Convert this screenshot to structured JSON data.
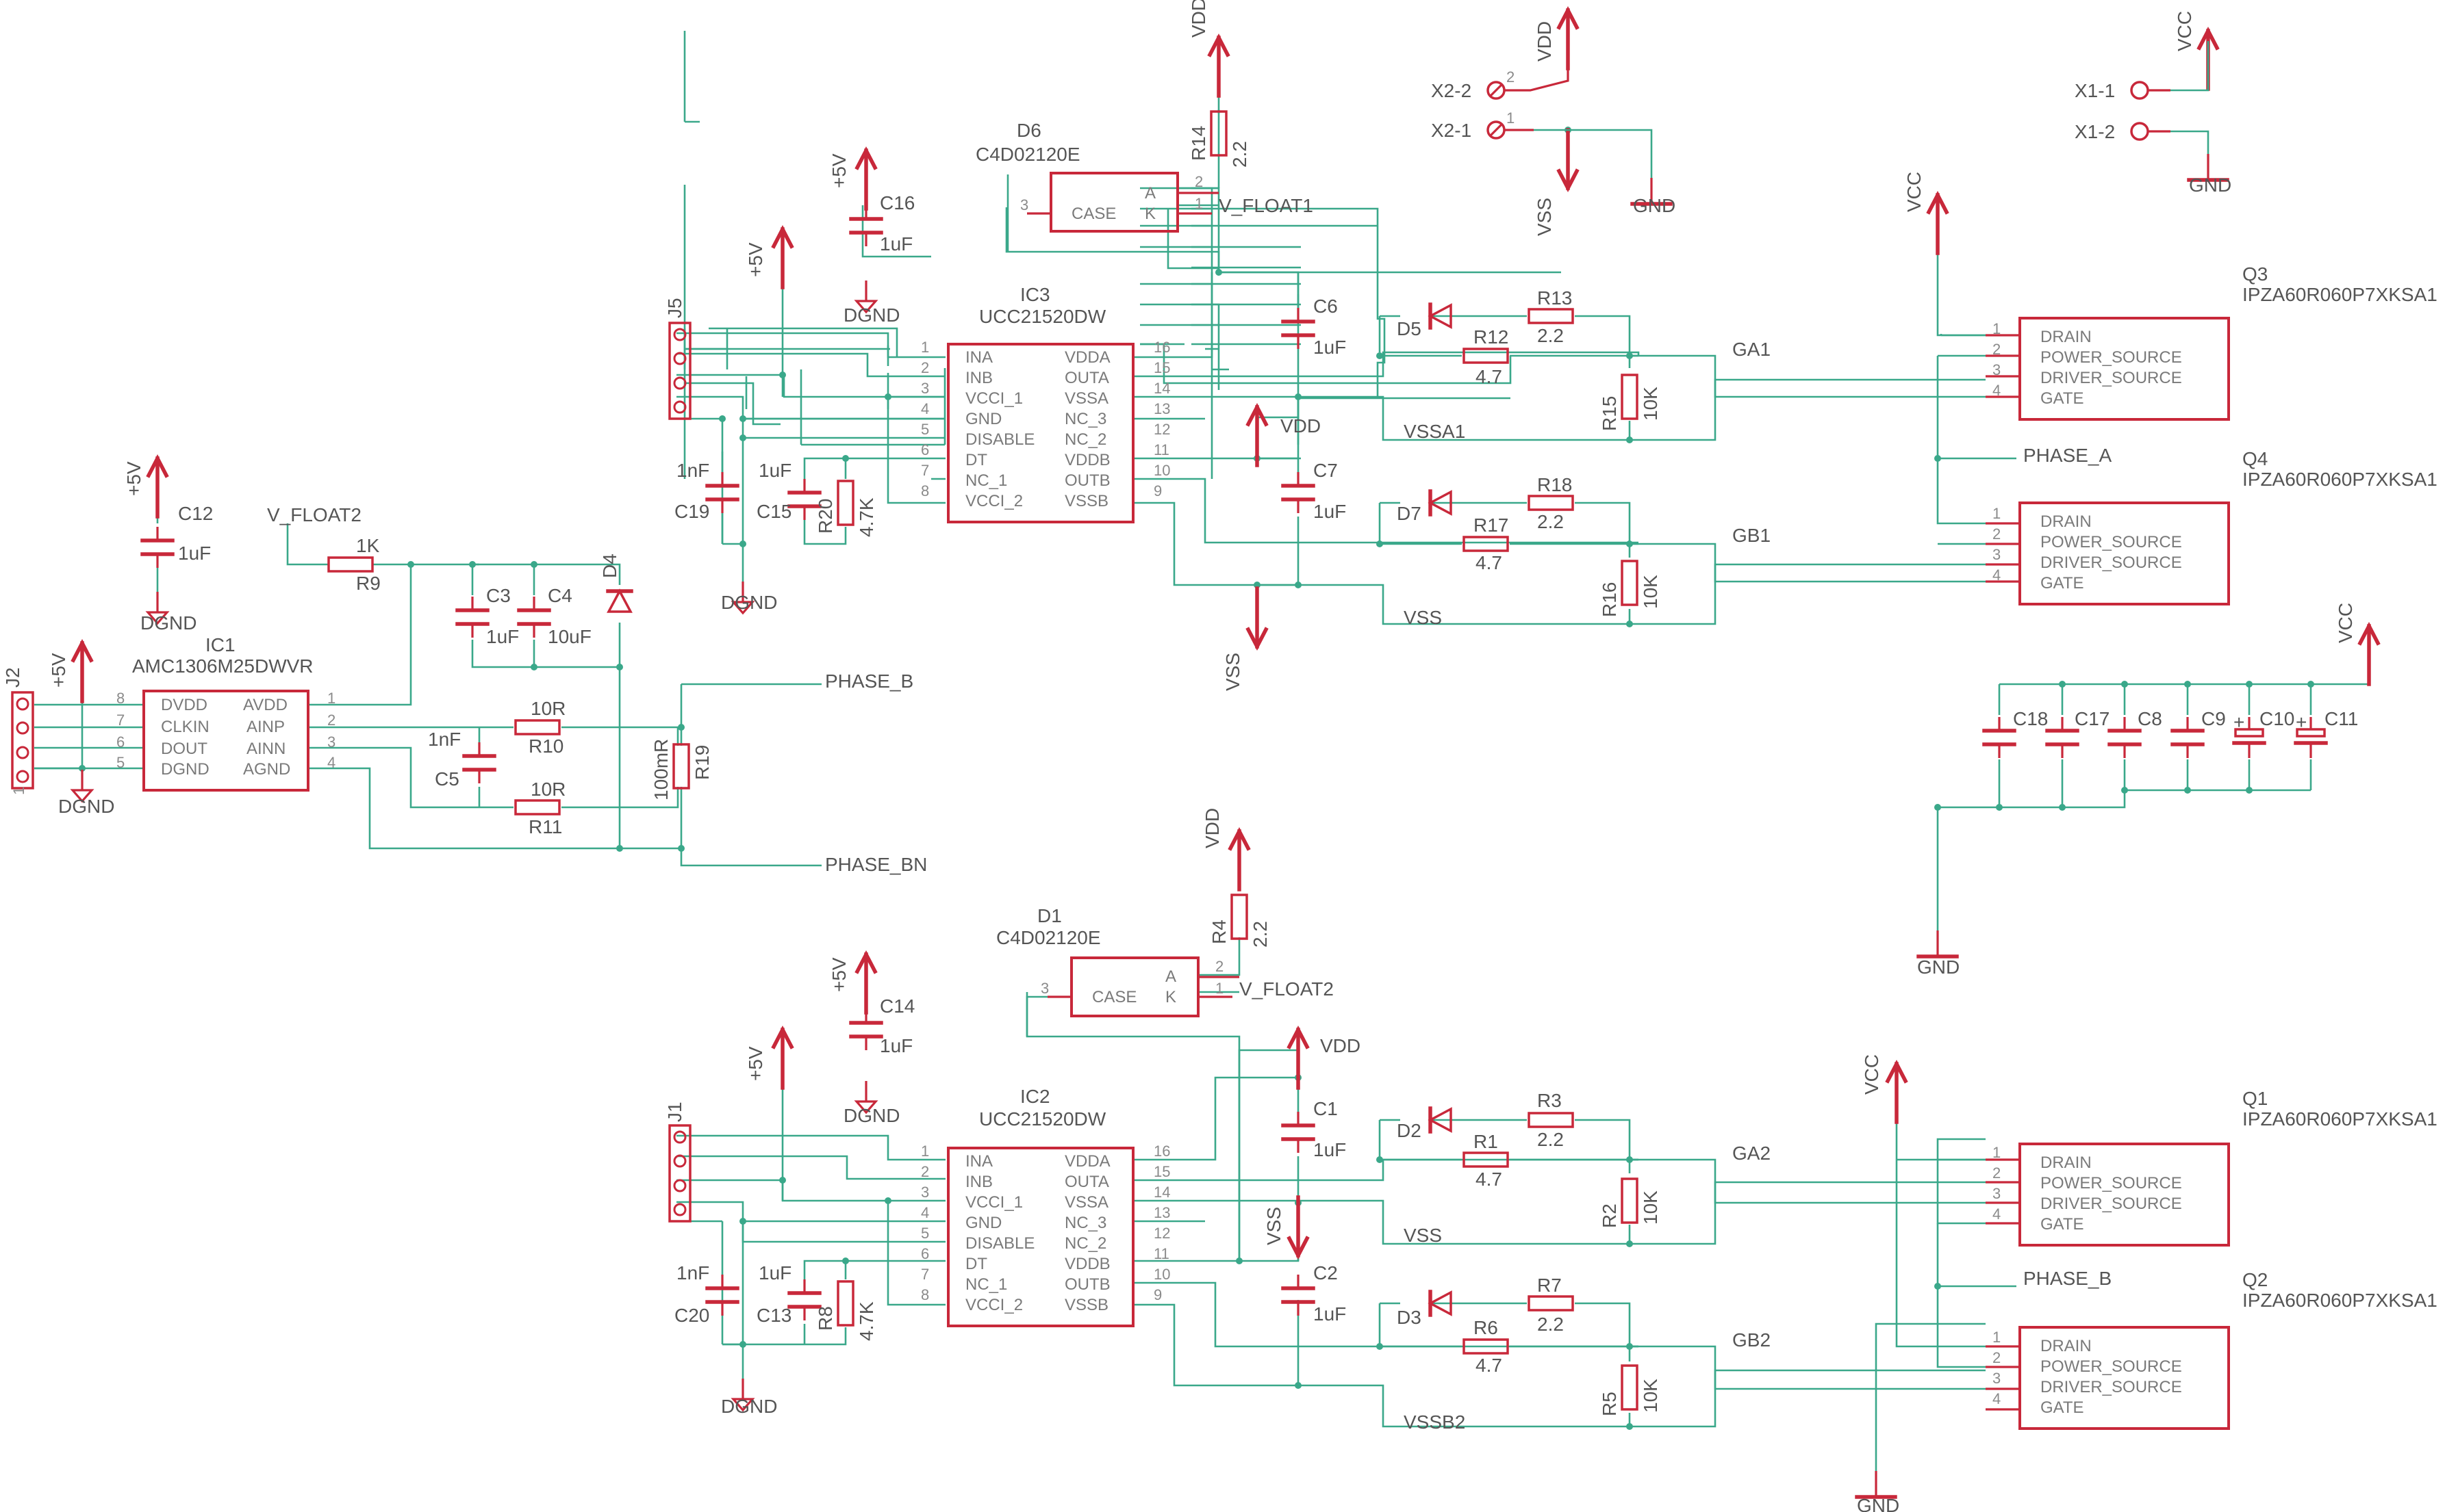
{
  "labels": {
    "VDD": "VDD",
    "VSS": "VSS",
    "VCC": "VCC",
    "GND": "GND",
    "DGND": "DGND",
    "P5V": "+5V",
    "X2_1": "X2-1",
    "X2_2": "X2-2",
    "X1_1": "X1-1",
    "X1_2": "X1-2",
    "D6": "D6",
    "D6_val": "C4D02120E",
    "D1": "D1",
    "D1_val": "C4D02120E",
    "IC3": "IC3",
    "IC3_val": "UCC21520DW",
    "IC2": "IC2",
    "IC2_val": "UCC21520DW",
    "IC1": "IC1",
    "IC1_val": "AMC1306M25DWVR",
    "J5": "J5",
    "J1": "J1",
    "J2": "J2",
    "Q3": "Q3",
    "Q4": "Q4",
    "Q1": "Q1",
    "Q2": "Q2",
    "Q_val": "IPZA60R060P7XKSA1",
    "C1": "C1",
    "C2": "C2",
    "C3": "C3",
    "C4": "C4",
    "C5": "C5",
    "C6": "C6",
    "C7": "C7",
    "C8": "C8",
    "C9": "C9",
    "C10": "C10",
    "C11": "C11",
    "C12": "C12",
    "C13": "C13",
    "C14": "C14",
    "C15": "C15",
    "C16": "C16",
    "C17": "C17",
    "C18": "C18",
    "C19": "C19",
    "C20": "C20",
    "R1": "R1",
    "R2": "R2",
    "R3": "R3",
    "R4": "R4",
    "R5": "R5",
    "R6": "R6",
    "R7": "R7",
    "R8": "R8",
    "R9": "R9",
    "R10": "R10",
    "R11": "R11",
    "R12": "R12",
    "R13": "R13",
    "R14": "R14",
    "R15": "R15",
    "R16": "R16",
    "R17": "R17",
    "R18": "R18",
    "R19": "R19",
    "R20": "R20",
    "D2": "D2",
    "D3": "D3",
    "D4": "D4",
    "D5": "D5",
    "D7": "D7",
    "v_1uF": "1uF",
    "v_10uF": "10uF",
    "v_1nF": "1nF",
    "v_22": "2.2",
    "v_47": "4.7",
    "v_10K": "10K",
    "v_47K": "4.7K",
    "v_1K": "1K",
    "v_10R": "10R",
    "v_100mR": "100mR",
    "V_FLOAT1": "V_FLOAT1",
    "V_FLOAT2": "V_FLOAT2",
    "PHASE_A": "PHASE_A",
    "PHASE_B": "PHASE_B",
    "PHASE_BN": "PHASE_BN",
    "GA1": "GA1",
    "GB1": "GB1",
    "GA2": "GA2",
    "GB2": "GB2",
    "VSSA1": "VSSA1",
    "VSSB2": "VSSB2",
    "p_INA": "INA",
    "p_INB": "INB",
    "p_VCCI1": "VCCI_1",
    "p_GND": "GND",
    "p_DISABLE": "DISABLE",
    "p_DT": "DT",
    "p_NC1": "NC_1",
    "p_VCCI2": "VCCI_2",
    "p_VDDA": "VDDA",
    "p_OUTA": "OUTA",
    "p_VSSA": "VSSA",
    "p_NC3": "NC_3",
    "p_NC2": "NC_2",
    "p_VDDB": "VDDB",
    "p_OUTB": "OUTB",
    "p_VSSB": "VSSB",
    "p_DVDD": "DVDD",
    "p_CLKIN": "CLKIN",
    "p_DOUT": "DOUT",
    "p_DGND": "DGND",
    "p_AVDD": "AVDD",
    "p_AINP": "AINP",
    "p_AINN": "AINN",
    "p_AGND": "AGND",
    "p_DRAIN": "DRAIN",
    "p_PSRC": "POWER_SOURCE",
    "p_DSRC": "DRIVER_SOURCE",
    "p_GATE": "GATE",
    "p_CASE": "CASE",
    "p_A": "A",
    "p_K": "K",
    "n1": "1",
    "n2": "2",
    "n3": "3",
    "n4": "4",
    "n5": "5",
    "n6": "6",
    "n7": "7",
    "n8": "8",
    "n9": "9",
    "n10": "10",
    "n11": "11",
    "n12": "12",
    "n13": "13",
    "n14": "14",
    "n15": "15",
    "n16": "16",
    "plus": "+"
  },
  "colors": {
    "wire": "#3aa88a",
    "symbol": "#c8283a",
    "label": "#555555",
    "pin": "#8a8a8a"
  }
}
